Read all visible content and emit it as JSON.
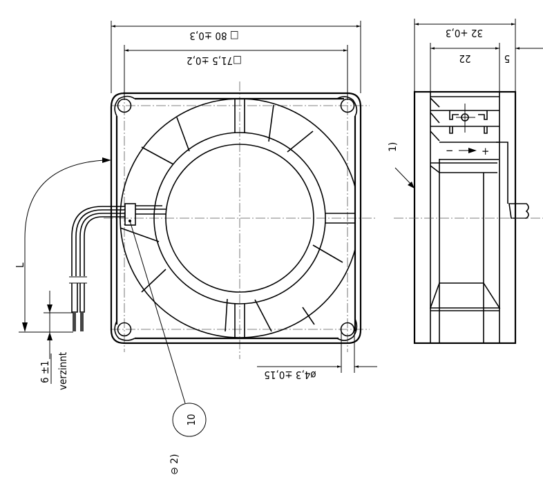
{
  "drawing": {
    "title": "Axial fan 80 x 80 x 32 mm dimension drawing",
    "front_view": {
      "frame_size_label": "□ 80 ±0,3",
      "hole_spacing_label": "□71,5 ±0,2",
      "hole_diameter_label": "ø4,3 ±0,15",
      "cable_length_label": "L",
      "strip_length_label": "6 ±1",
      "strip_finish_label": "verzinnt",
      "callout_number": "10",
      "note_label": "⊖ 2)"
    },
    "side_view": {
      "depth_label": "32 +0,3",
      "body_depth_label": "22",
      "flange_label": "5",
      "note_marker": "1)",
      "flow_label_minus": "−",
      "flow_label_plus": "+"
    }
  }
}
